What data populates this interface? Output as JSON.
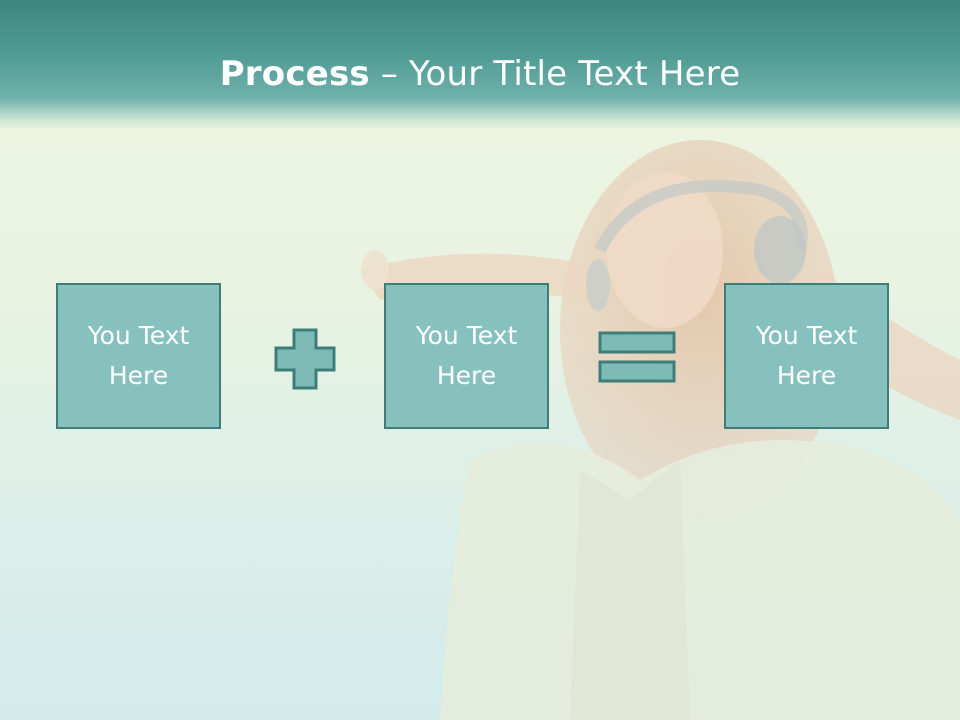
{
  "slide": {
    "title_bold": "Process",
    "title_rest": " – Your Title Text Here"
  },
  "boxes": [
    {
      "text": "You Text Here"
    },
    {
      "text": "You Text Here"
    },
    {
      "text": "You Text Here"
    }
  ],
  "operators": {
    "plus_icon": "plus-icon",
    "equals_icon": "equals-icon"
  },
  "colors": {
    "header": "#4f9a94",
    "box_fill": "#86c1be",
    "box_border": "#3f7d79",
    "text": "#ffffff"
  }
}
